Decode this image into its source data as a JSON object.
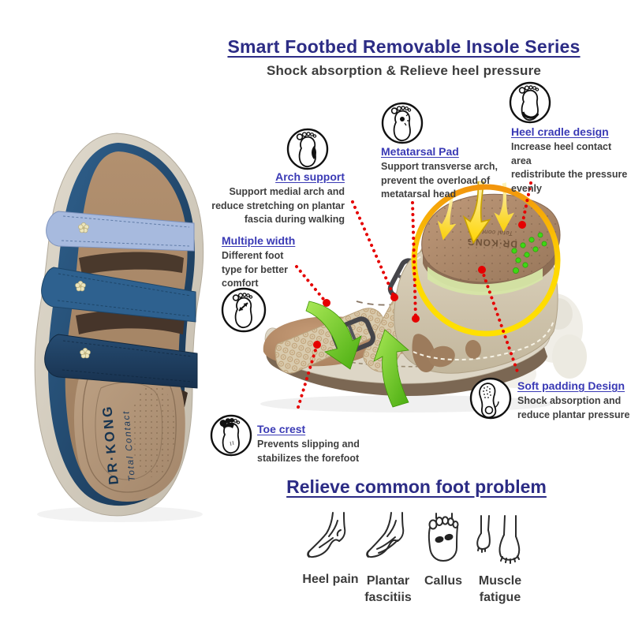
{
  "header": {
    "title": "Smart Footbed Removable Insole Series",
    "subtitle": "Shock absorption & Relieve heel pressure"
  },
  "left_product": {
    "insole_brand": "DR·KONG",
    "insole_tagline": "Total Contact"
  },
  "circle_insole": {
    "brand": "DR·KONG",
    "tagline": "Total contact"
  },
  "callouts": {
    "arch": {
      "title": "Arch support",
      "line1": "Support medial arch and",
      "line2": "reduce stretching on plantar",
      "line3": "fascia during walking"
    },
    "metatarsal": {
      "title": "Metatarsal Pad",
      "line1": "Support transverse arch,",
      "line2": "prevent the overload of",
      "line3": "metatarsal head"
    },
    "heel": {
      "title": "Heel cradle design",
      "line1": "Increase heel contact area",
      "line2": "redistribute the pressure",
      "line3": "evenly"
    },
    "width": {
      "title": "Multiple width",
      "line1": "Different foot",
      "line2": "type for better",
      "line3": "comfort"
    },
    "toe": {
      "title": "Toe crest",
      "line1": "Prevents slipping and",
      "line2": "stabilizes the forefoot"
    },
    "padding": {
      "title": "Soft padding Design",
      "line1": "Shock absorption and",
      "line2": "reduce plantar pressure"
    }
  },
  "problems": {
    "heading": "Relieve common foot problem",
    "items": [
      {
        "line1": "Heel pain",
        "line2": ""
      },
      {
        "line1": "Plantar",
        "line2": "fascitiis"
      },
      {
        "line1": "Callus",
        "line2": ""
      },
      {
        "line1": "Muscle",
        "line2": "fatigue"
      }
    ]
  },
  "colors": {
    "title_navy": "#2c2c85",
    "callout_blue": "#3a3ab5",
    "body_text": "#3f3f3f",
    "red_line": "#e50000",
    "ring_orange": "#f2950c",
    "ring_yellow": "#ffe000",
    "arrow_yellow": "#ffd600",
    "arrow_green": "#54b615",
    "strap_light_blue": "#a7bade",
    "strap_mid_blue": "#2e618f",
    "strap_navy": "#1e4066",
    "footbed_tan": "#b2906f"
  }
}
